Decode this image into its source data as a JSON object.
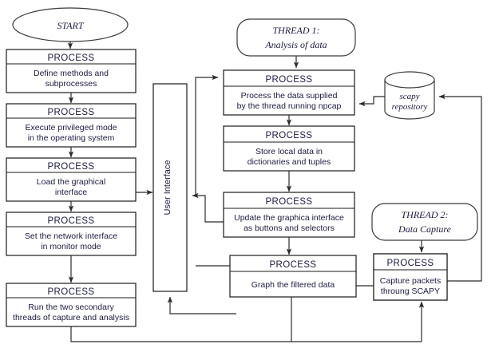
{
  "diagram": {
    "title": "Application flow diagram",
    "type": "flowchart",
    "colors": {
      "stroke": "#1a1a1a",
      "connector": "#2b2b2b",
      "text": "#1b1b42",
      "background": "#ffffff"
    },
    "process_header_label": "PROCESS",
    "terminators": [
      {
        "id": "start",
        "label": "START",
        "shape": "ellipse"
      },
      {
        "id": "thread1",
        "label_line1": "THREAD 1:",
        "label_line2": "Analysis of data",
        "shape": "rounded-rect"
      },
      {
        "id": "thread2",
        "label_line1": "THREAD 2:",
        "label_line2": "Data Capture",
        "shape": "rounded-rect"
      }
    ],
    "datastores": [
      {
        "id": "scapy-repository",
        "label_line1": "scapy",
        "label_line2": "repository",
        "shape": "cylinder"
      }
    ],
    "containers": [
      {
        "id": "user-interface",
        "label": "User Interface",
        "shape": "vertical-rect"
      }
    ],
    "processes": [
      {
        "id": "p1",
        "header": "PROCESS",
        "line1": "Define methods and",
        "line2": "subprocesses"
      },
      {
        "id": "p2",
        "header": "PROCESS",
        "line1": "Execute privileged mode",
        "line2": "in the operating system"
      },
      {
        "id": "p3",
        "header": "PROCESS",
        "line1": "Load the graphical",
        "line2": "interface"
      },
      {
        "id": "p4",
        "header": "PROCESS",
        "line1": "Set the network interface",
        "line2": "in monitor mode"
      },
      {
        "id": "p5",
        "header": "PROCESS",
        "line1": "Run the two secondary",
        "line2": "threads of capture and analysis"
      },
      {
        "id": "p6",
        "header": "PROCESS",
        "line1": "Process the data supplied",
        "line2": "by the thread running npcap"
      },
      {
        "id": "p7",
        "header": "PROCESS",
        "line1": "Store local data in",
        "line2": "dictionaries and tuples"
      },
      {
        "id": "p8",
        "header": "PROCESS",
        "line1": "Update the graphica interface",
        "line2": "as buttons and selectors"
      },
      {
        "id": "p9",
        "header": "PROCESS",
        "line1": "Graph the filtered data",
        "line2": ""
      },
      {
        "id": "p10",
        "header": "PROCESS",
        "line1": "Capture packets",
        "line2": "throung SCAPY"
      }
    ]
  }
}
